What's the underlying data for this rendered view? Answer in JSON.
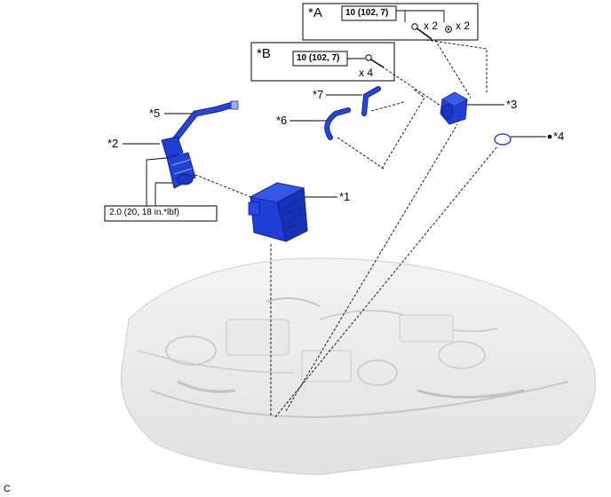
{
  "callouts": {
    "p1": "*1",
    "p2": "*2",
    "p3": "*3",
    "p4": "*4",
    "p5": "*5",
    "p6": "*6",
    "p7": "*7"
  },
  "views": {
    "a": {
      "label": "*A",
      "torque": "10 (102, 7)",
      "qty_bolt": "x 2",
      "qty_nut": "x 2"
    },
    "b": {
      "label": "*B",
      "torque": "10 (102, 7)",
      "qty": "x 4"
    }
  },
  "torque_clamp": "2.0 (20, 18 in.*lbf)",
  "figure_code": "C",
  "colors": {
    "part": "#1f3fd6",
    "part_dark": "#0c1f8a",
    "engine": "#cfcfcf",
    "line": "#000000"
  }
}
